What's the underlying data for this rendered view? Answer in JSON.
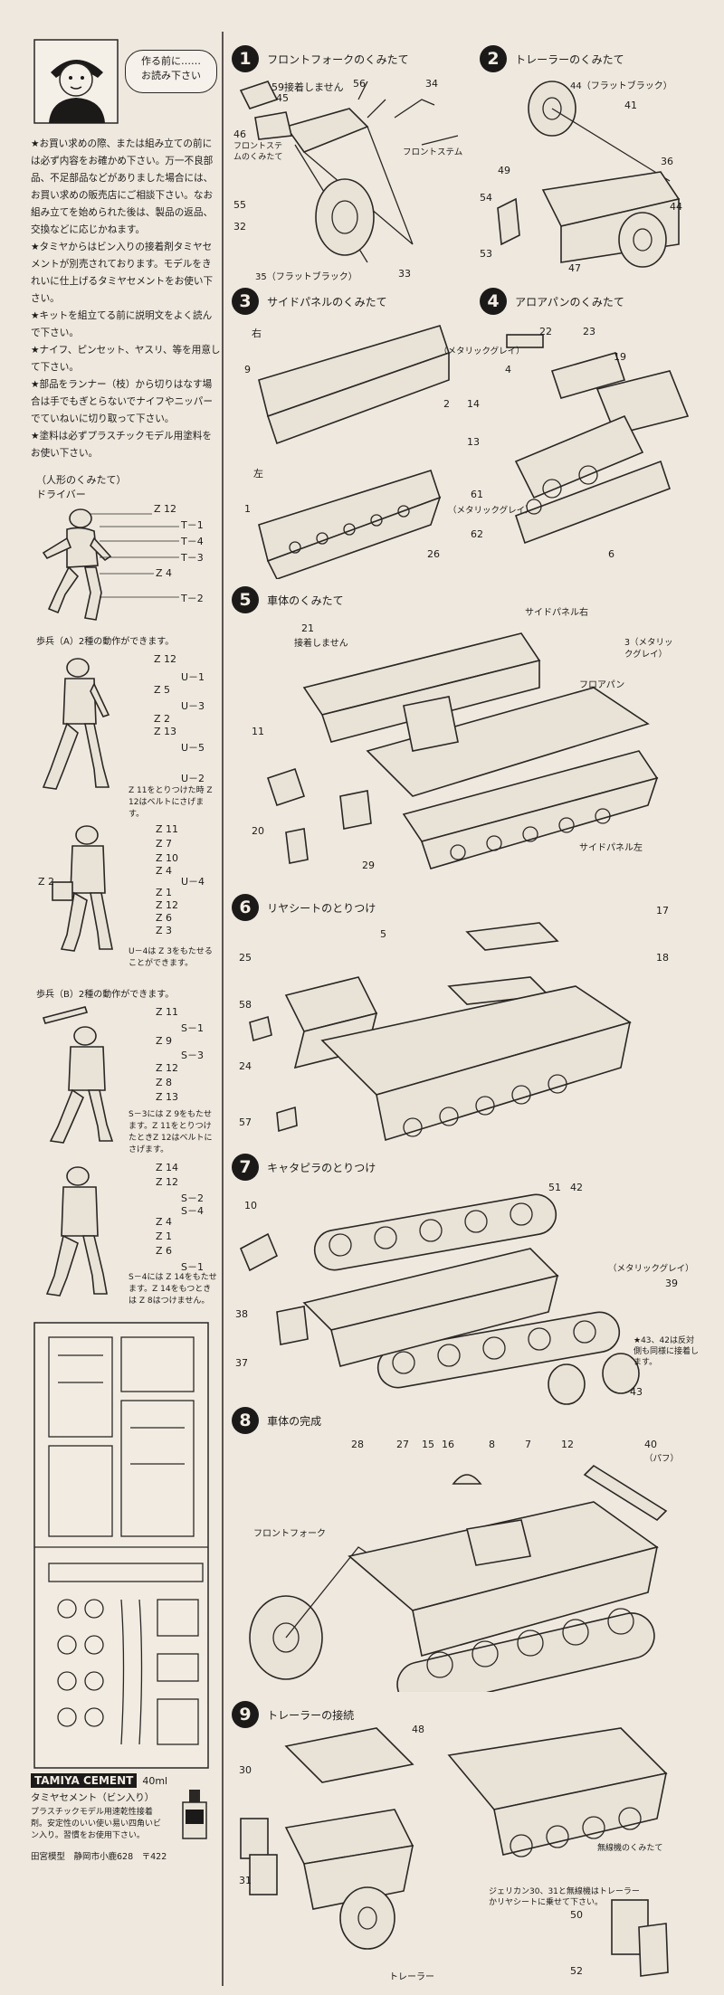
{
  "intro": {
    "bubble": "作る前に……\nお読み下さい",
    "paragraphs": [
      "★お買い求めの際、または組み立ての前には必ず内容をお確かめ下さい。万一不良部品、不足部品などがありました場合には、お買い求めの販売店にご相談下さい。なお組み立てを始められた後は、製品の返品、交換などに応じかねます。",
      "★タミヤからはビン入りの接着剤タミヤセメントが別売されております。モデルをきれいに仕上げるタミヤセメントをお使い下さい。",
      "★キットを組立てる前に説明文をよく読んで下さい。",
      "★ナイフ、ピンセット、ヤスリ、等を用意して下さい。",
      "★部品をランナー（枝）から切りはなす場合は手でもぎとらないでナイフやニッパーでていねいに切り取って下さい。",
      "★塗料は必ずプラスチックモデル用塗料をお使い下さい。"
    ]
  },
  "figures": {
    "heading": "（人形のくみたて）",
    "driver": {
      "title": "ドライバー",
      "parts": [
        "Z 12",
        "T－1",
        "T－4",
        "T－3",
        "Z 4",
        "T－2"
      ]
    },
    "infantry_a": {
      "title": "歩兵（A）2種の動作ができます。",
      "fig1_parts": [
        "Z 12",
        "U－1",
        "Z 5",
        "U－3",
        "Z 2",
        "Z 13",
        "U－5",
        "U－2"
      ],
      "fig1_note": "Z 11をとりつけた時 Z 12はベルトにさげます。",
      "fig2_parts": [
        "Z 11",
        "Z 7",
        "Z 10",
        "Z 4",
        "U－4",
        "Z 1",
        "Z 12",
        "Z 6",
        "Z 3"
      ],
      "fig2_left": "Z 2",
      "fig2_note": "U－4は Z 3をもたせることができます。"
    },
    "infantry_b": {
      "title": "歩兵（B）2種の動作ができます。",
      "fig1_parts": [
        "Z 11",
        "S－1",
        "Z 9",
        "S－3",
        "Z 12",
        "Z 8",
        "Z 13"
      ],
      "fig1_note": "S－3には Z 9をもたせます。Z 11をとりつけたときZ 12はベルトにさげます。",
      "fig2_parts": [
        "Z 14",
        "Z 12",
        "S－2",
        "S－4",
        "Z 4",
        "Z 1",
        "Z 6",
        "S－1"
      ],
      "fig2_note": "S－4には Z 14をもたせます。Z 14をもつときは Z 8はつけません。"
    }
  },
  "tamiya": {
    "brand": "TAMIYA CEMENT",
    "volume": "40ml",
    "name": "タミヤセメント（ビン入り）",
    "desc": "プラスチックモデル用速乾性接着剤。安定性のいい使い易い四角いビン入り。習慣をお使用下さい。",
    "company": "田宮模型　静岡市小鹿628　〒422"
  },
  "steps": [
    {
      "n": "1",
      "title": "フロントフォークのくみたて",
      "labels": [
        "59接着しません",
        "45",
        "56",
        "34",
        "46",
        "フロントステムのくみたて",
        "フロントステム",
        "55",
        "32",
        "35（フラットブラック）",
        "33"
      ]
    },
    {
      "n": "2",
      "title": "トレーラーのくみたて",
      "labels": [
        "44（フラットブラック）",
        "41",
        "36",
        "49",
        "54",
        "53",
        "44",
        "47"
      ]
    },
    {
      "n": "3",
      "title": "サイドパネルのくみたて",
      "labels": [
        "右",
        "9",
        "2",
        "左",
        "1",
        "26"
      ]
    },
    {
      "n": "4",
      "title": "アロアパンのくみたて",
      "labels": [
        "（メタリックグレイ）",
        "4",
        "22",
        "23",
        "19",
        "14",
        "13",
        "61",
        "（メタリックグレイ）",
        "62",
        "6"
      ]
    },
    {
      "n": "5",
      "title": "車体のくみたて",
      "labels": [
        "サイドパネル右",
        "21",
        "接着しません",
        "3（メタリックグレイ）",
        "フロアパン",
        "11",
        "20",
        "29",
        "サイドパネル左"
      ]
    },
    {
      "n": "6",
      "title": "リヤシートのとりつけ",
      "labels": [
        "17",
        "5",
        "18",
        "25",
        "58",
        "24",
        "57"
      ]
    },
    {
      "n": "7",
      "title": "キャタピラのとりつけ",
      "labels": [
        "51",
        "42",
        "10",
        "（メタリックグレイ）",
        "39",
        "38",
        "37",
        "★43、42は反対側も同様に接着します。",
        "43"
      ]
    },
    {
      "n": "8",
      "title": "車体の完成",
      "labels": [
        "28",
        "27",
        "15",
        "16",
        "8",
        "7",
        "12",
        "40",
        "（パフ）",
        "フロントフォーク"
      ]
    },
    {
      "n": "9",
      "title": "トレーラーの接続",
      "labels": [
        "48",
        "30",
        "31",
        "ジェリカン30、31と無線機はトレーラーかリヤシートに乗せて下さい。",
        "無線機のくみたて",
        "50",
        "52",
        "トレーラー"
      ]
    }
  ]
}
